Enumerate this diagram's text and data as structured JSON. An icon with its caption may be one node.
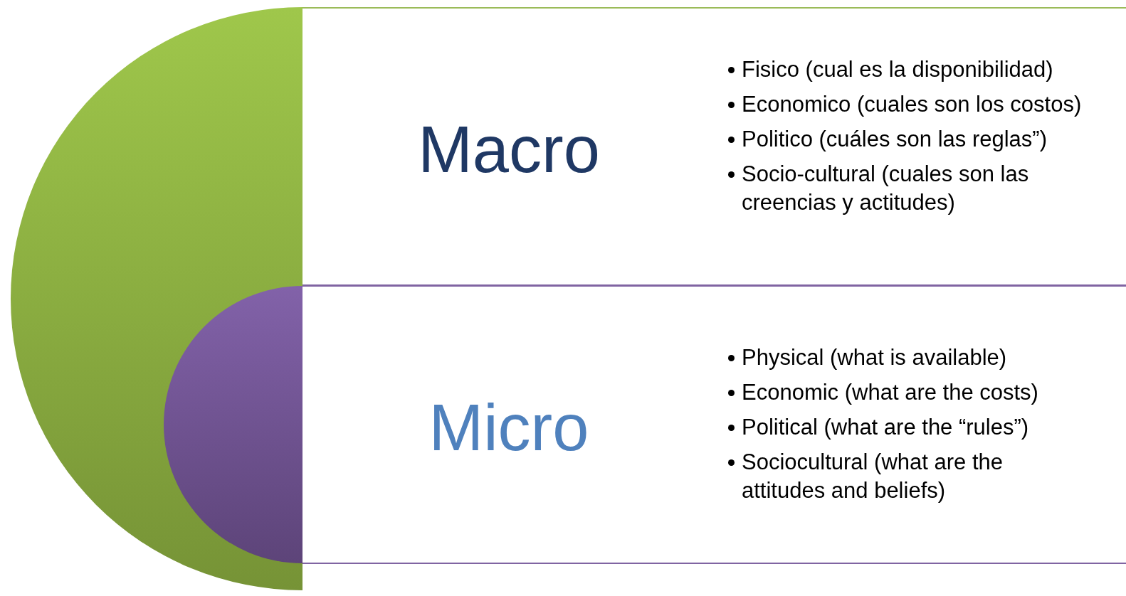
{
  "diagram": {
    "nodes": [
      {
        "text": [
          "Macro",
          "Fisico (cual es la disponibilidad)",
          "Economico (cuales son los costos)",
          "Politico (cuáles son las reglas”)",
          "Socio-cultural (cuales son las creencias y actitudes)"
        ]
      },
      {
        "text": [
          "Micro",
          "Physical (what is available)",
          "Economic (what are the costs)",
          "Political (what are the “rules”)",
          "Sociocultural (what are the attitudes and beliefs)"
        ]
      },
      {
        "text": [],
        "shape": "circle"
      },
      {
        "text": [],
        "shape": "circle",
        "in": 2
      }
    ]
  }
}
